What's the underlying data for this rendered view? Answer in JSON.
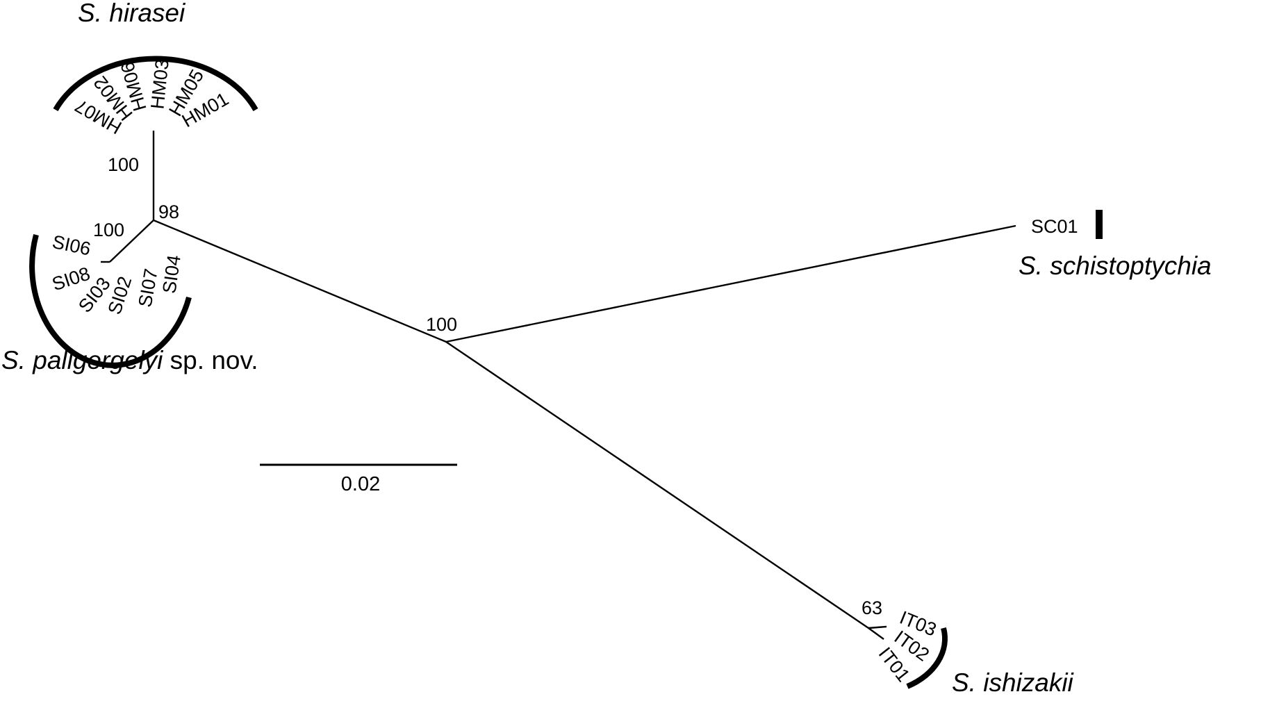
{
  "clades": {
    "hirasei": "S. hirasei",
    "pallgergelyi_name": "S. pallgergelyi",
    "pallgergelyi_suffix": " sp. nov.",
    "schistoptychia": "S. schistoptychia",
    "ishizakii": "S. ishizakii"
  },
  "tips": {
    "hirasei": [
      "HM07",
      "HM02",
      "HM06",
      "HM03",
      "HM05",
      "HM01"
    ],
    "pallgergelyi": [
      "SI06",
      "SI08",
      "SI03",
      "SI02",
      "SI07",
      "SI04"
    ],
    "schistoptychia": [
      "SC01"
    ],
    "ishizakii": [
      "IT03",
      "IT02",
      "IT01"
    ]
  },
  "support": {
    "hirasei_branch": "100",
    "hirasei_pallgergelyi_node": "98",
    "pallgergelyi_branch": "100",
    "central_node": "100",
    "ishizakii_node": "63"
  },
  "scale_bar": {
    "label": "0.02"
  }
}
